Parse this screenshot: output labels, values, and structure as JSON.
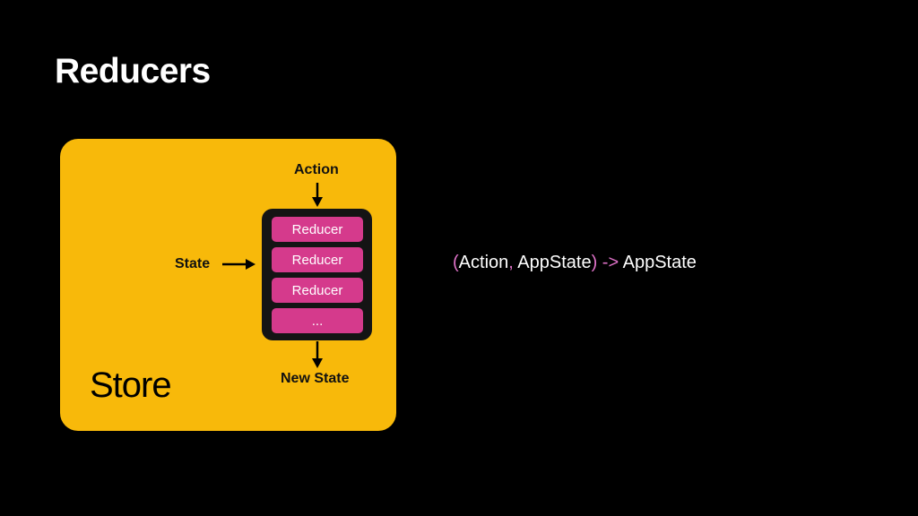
{
  "title": "Reducers",
  "store": {
    "label": "Store",
    "input_action": "Action",
    "input_state": "State",
    "output": "New State",
    "reducers": [
      "Reducer",
      "Reducer",
      "Reducer",
      "..."
    ]
  },
  "signature": {
    "open_paren": "(",
    "arg1": "Action",
    "comma": ",",
    "arg2": " AppState",
    "close_paren": ")",
    "arrow": " ->",
    "return_type": " AppState"
  },
  "colors": {
    "background": "#000000",
    "store": "#f8b90a",
    "reducer": "#d53a8c",
    "syntax_pink": "#e072c9"
  }
}
